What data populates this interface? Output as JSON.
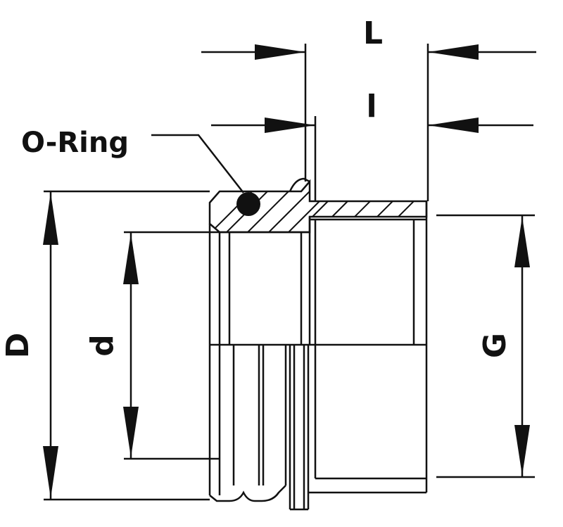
{
  "labels": {
    "length_total": "L",
    "length_thread": "l",
    "outer_diameter": "D",
    "inner_diameter": "d",
    "thread_size": "G",
    "seal": "O-Ring"
  },
  "colors": {
    "line": "#111111",
    "background": "#ffffff"
  }
}
